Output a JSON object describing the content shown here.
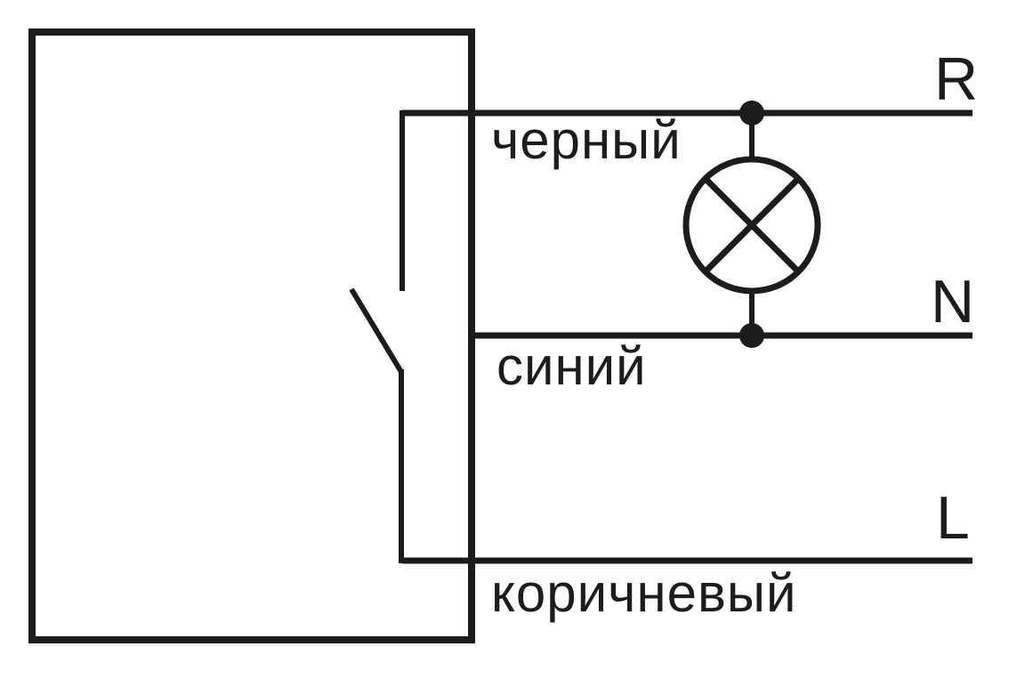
{
  "diagram": {
    "type": "wiring-schematic",
    "device_box": {
      "description": "sensor/switch device outline with internal single-pole switch, contact open"
    },
    "wires": [
      {
        "id": "wire-black",
        "label": "черный",
        "terminal": "R"
      },
      {
        "id": "wire-blue",
        "label": "синий",
        "terminal": "N"
      },
      {
        "id": "wire-brown",
        "label": "коричневый",
        "terminal": "L"
      }
    ],
    "labels": {
      "wire_black": "черный",
      "wire_blue": "синий",
      "wire_brown": "коричневый",
      "terminal_r": "R",
      "terminal_n": "N",
      "terminal_l": "L"
    },
    "lamp": {
      "symbol": "circle with X (lamp/load)",
      "connected_between": [
        "R",
        "N"
      ]
    },
    "colors": {
      "ink": "#1e1b1c",
      "background": "#ffffff"
    }
  }
}
